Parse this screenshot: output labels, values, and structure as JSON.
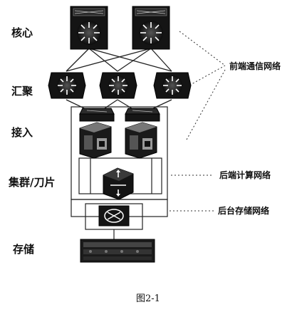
{
  "layers": {
    "core": "核心",
    "aggregation": "汇聚",
    "access": "接入",
    "cluster": "集群/刀片",
    "storage": "存储"
  },
  "networks": {
    "frontend": "前端通信网络",
    "backend_compute": "后端计算网络",
    "backend_storage": "后台存储网络"
  },
  "caption": "图2-1",
  "colors": {
    "device_fill": "#141414",
    "device_symbol": "#ffffff",
    "line": "#222222"
  }
}
